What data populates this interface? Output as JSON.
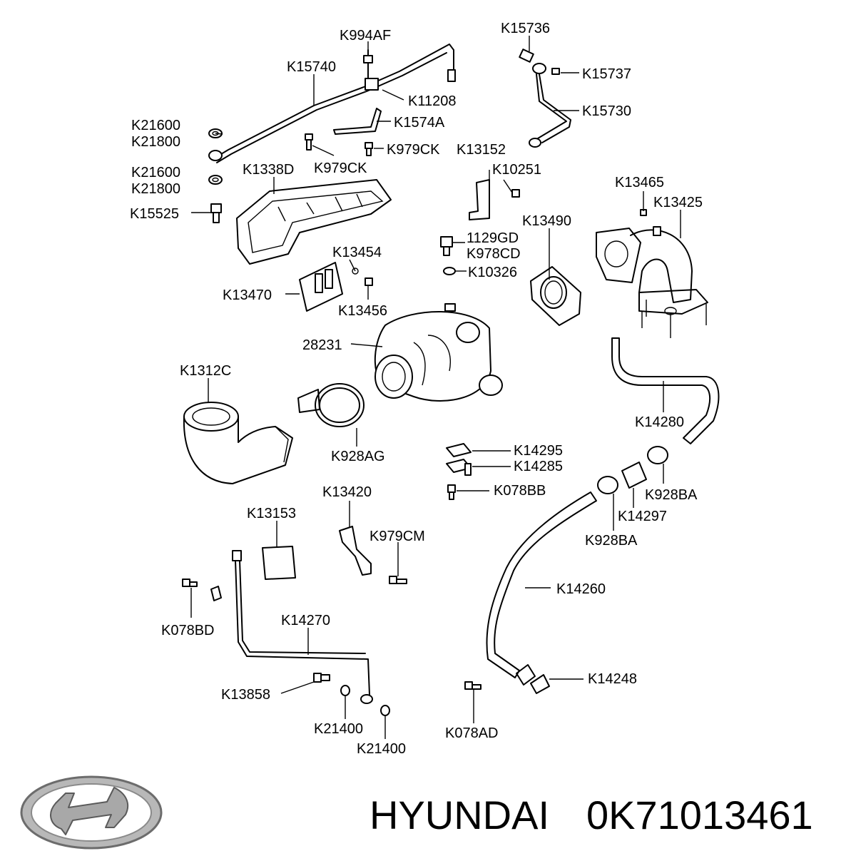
{
  "diagram": {
    "labels": [
      "K994AF",
      "K15740",
      "K11208",
      "K15736",
      "K15737",
      "K15730",
      "K21600",
      "K21800",
      "K1574A",
      "K979CK",
      "K979CK",
      "K13152",
      "K21600",
      "K21800",
      "K1338D",
      "K10251",
      "K15525",
      "K13465",
      "K13425",
      "K13490",
      "1129GD",
      "K978CD",
      "K13454",
      "K10326",
      "K13470",
      "K13456",
      "28231",
      "K1312C",
      "K14280",
      "K14295",
      "K14285",
      "K928AG",
      "K078BB",
      "K928BA",
      "K13420",
      "K13153",
      "K979CM",
      "K14297",
      "K928BA",
      "K14260",
      "K078BD",
      "K14270",
      "K14248",
      "K13858",
      "K21400",
      "K21400",
      "K078AD"
    ]
  },
  "footer": {
    "brand": "HYUNDAI",
    "part_number": "0K71013461",
    "logo_name": "hyundai-logo"
  }
}
